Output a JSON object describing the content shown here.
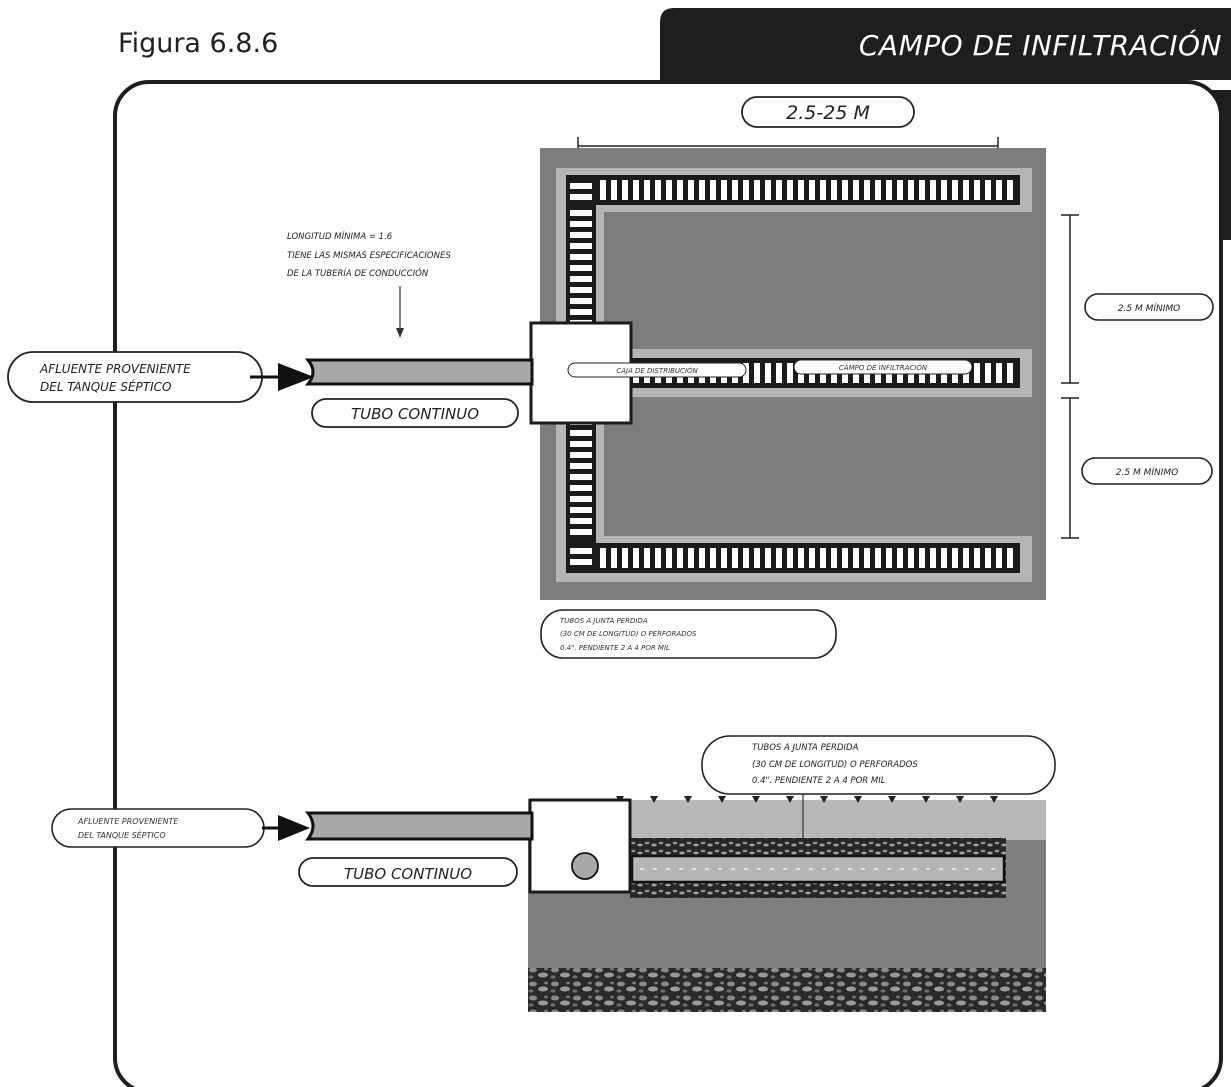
{
  "figure_label": "Figura 6.8.6",
  "header_title": "CAMPO DE INFILTRACIÓN",
  "plan": {
    "width_label": "2.5-25 M",
    "spacing_label_1": "2.5 M MÍNIMO",
    "spacing_label_2": "2.5 M MÍNIMO",
    "note_line_1": "LONGITUD MÍNIMA = 1.6",
    "note_line_2": "TIENE LAS MISMAS ESPECIFICACIONES",
    "note_line_3": "DE LA TUBERÍA DE CONDUCCIÓN",
    "afluente_line_1": "AFLUENTE PROVENIENTE",
    "afluente_line_2": "DEL TANQUE SÉPTICO",
    "tubo_continuo": "TUBO CONTINUO",
    "caja_label": "CAJA DE DISTRIBUCIÓN",
    "campo_label": "CAMPO DE INFILTRACIÓN",
    "tubos_line_1": "TUBOS A JUNTA PERDIDA",
    "tubos_line_2": "(30 CM DE LONGITUD) O PERFORADOS",
    "tubos_line_3": "0.4\". PENDIENTE 2 A 4 POR MIL"
  },
  "section": {
    "afluente_line_1": "AFLUENTE PROVENIENTE",
    "afluente_line_2": "DEL TANQUE SÉPTICO",
    "tubo_continuo": "TUBO CONTINUO",
    "tubos_line_1": "TUBOS A JUNTA PERDIDA",
    "tubos_line_2": "(30 CM DE LONGITUD) O PERFORADOS",
    "tubos_line_3": "0.4\". PENDIENTE 2 A 4 POR MIL"
  },
  "colors": {
    "header_bg": "#1e1e1e",
    "field_dark": "#7d7d7d",
    "field_light": "#b5b5b5",
    "pipe_fill": "#a9a9a9",
    "trench_dark": "#1b1b1b"
  }
}
